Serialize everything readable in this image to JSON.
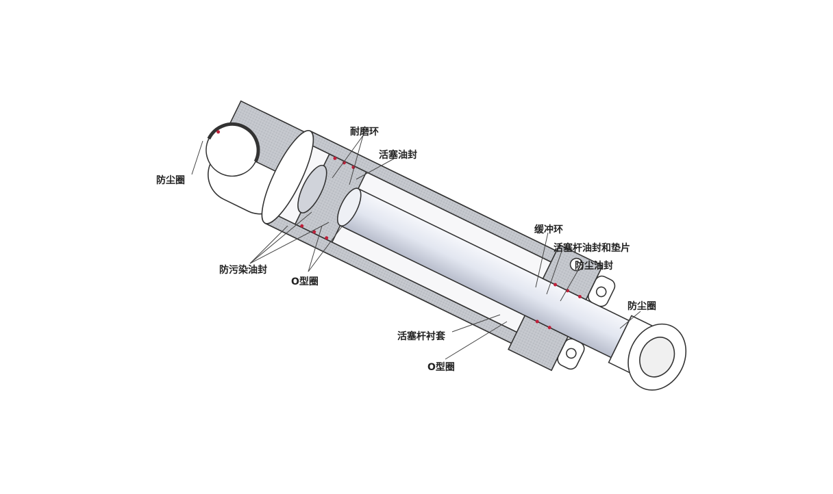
{
  "labels": {
    "wear_ring": "耐磨环",
    "piston_seal": "活塞油封",
    "dust_ring_left": "防尘圈",
    "contamination_seal": "防污染油封",
    "o_ring_left": "O型圈",
    "cushion_ring": "缓冲环",
    "rod_seal_and_washer": "活塞杆油封和垫片",
    "dust_seal": "防尘油封",
    "dust_ring_right": "防尘圈",
    "rod_bushing": "活塞杆衬套",
    "o_ring_bottom": "O型圈"
  },
  "colors": {
    "section": "#b9bcc2",
    "outline": "#333333",
    "rod": "#dfe3ee",
    "seal_dot": "#c0203a"
  }
}
